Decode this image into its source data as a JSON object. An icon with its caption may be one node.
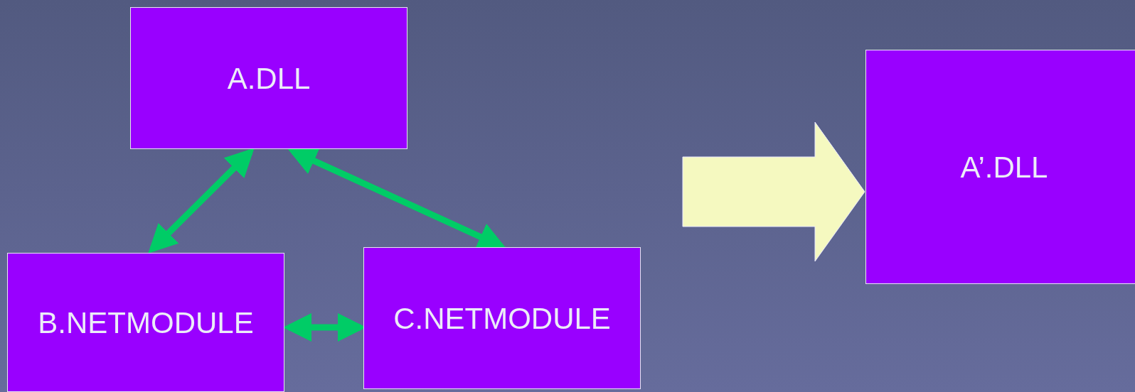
{
  "diagram": {
    "nodes": [
      {
        "text": [
          "A.DLL"
        ]
      },
      {
        "text": [
          "B.NETMODULE"
        ]
      },
      {
        "text": [
          "C.NETMODULE"
        ]
      },
      {
        "text": [
          "A’.DLL"
        ]
      }
    ],
    "edges": [
      {
        "from": 0,
        "to": 1,
        "arrow": "both"
      },
      {
        "from": 0,
        "to": 2,
        "arrow": "both"
      },
      {
        "from": 1,
        "to": 2,
        "arrow": "both"
      },
      {
        "from": null,
        "to": 3,
        "arrow": "to",
        "style": "thick",
        "color": "#f5f9c0"
      }
    ]
  }
}
